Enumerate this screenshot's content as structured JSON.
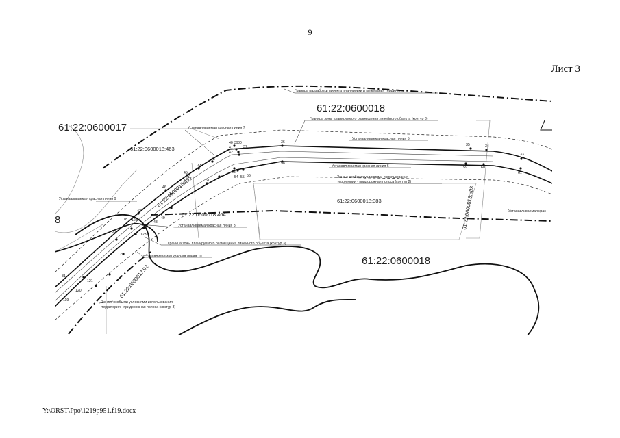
{
  "page": {
    "number": "9",
    "sheet_label": "Лист 3",
    "footer_path": "Y:\\ORST\\Ppo\\1219p951.f19.docx"
  },
  "map": {
    "cadastral_big": {
      "top": "61:22:0600018",
      "left": "61:22:0600017",
      "bottom": "61:22:0600018",
      "edge": "8"
    },
    "cadastral_parcels": {
      "p463": "61:22:0600018:463",
      "p495": "61:22:0600018:495",
      "p464": "61:22:0600018:464",
      "p383": "61:22:0600018:383",
      "p383v": "61:22:0600018:383",
      "p792": "61:22:0600017:92"
    },
    "annotations": {
      "project_boundary": "Граница разработки проекта планировки и межевания территории",
      "zone3_boundary_top": "Граница зоны планируемого размещения линейного объекта (контур 3)",
      "red_line_7": "Устанавливаемая красная линия 7",
      "red_line_5": "Устанавливаемая красная линия 5",
      "red_line_6": "Устанавливаемая красная линия 6",
      "zone2_line1": "Зона с особыми условиями использования",
      "zone2_line2": "территории - придорожная полоса (контур 2)",
      "red_line_9": "Устанавливаемая красная линия 9",
      "red_line_8": "Устанавливаемая красная линия 8",
      "zone3_boundary_bottom": "Граница зоны планируемого размещения линейного объекта (контур 3)",
      "red_line_10": "Устанавливаемая красная линия 10",
      "red_line_cut": "Устанавливаемая крас",
      "zone3_line1": "Зона с особыми условиями использования",
      "zone3_line2": "территории - придорожная полоса (контур 3)"
    },
    "points": {
      "p30": "30",
      "p31": "31",
      "p33": "33",
      "p34": "34",
      "p35": "35",
      "p36": "36",
      "p37": "37",
      "p39": "39",
      "p40": "40",
      "p41": "41",
      "p42": "42",
      "p43": "43",
      "p44": "44",
      "p45": "45",
      "p46": "46",
      "p47": "47",
      "p48": "48",
      "p49": "49",
      "p50": "50",
      "p51": "51",
      "p53": "53",
      "p54": "54",
      "p55": "55",
      "p56": "56",
      "p57": "57",
      "p58": "58",
      "p59": "59",
      "p60": "60",
      "p61": "61",
      "p78": "78",
      "p80": "80",
      "p81": "81",
      "p119": "119",
      "p120": "120",
      "p121": "121",
      "p122": "122",
      "p123": "123",
      "p124": "124",
      "p125": "125"
    }
  }
}
